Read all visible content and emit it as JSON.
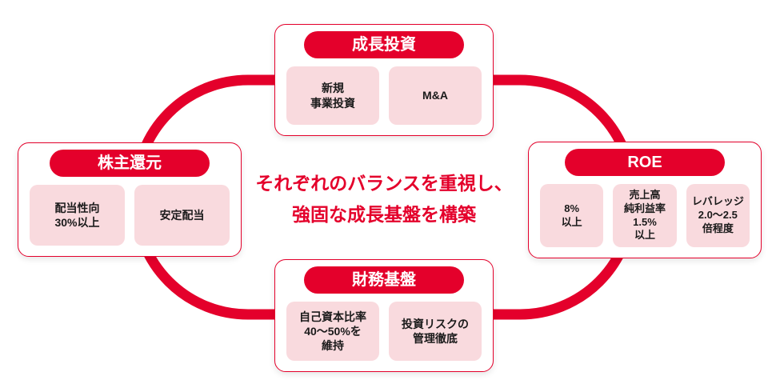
{
  "diagram": {
    "center_message": {
      "line1": "それぞれのバランスを重視し、",
      "line2": "強固な成長基盤を構築"
    },
    "cards": {
      "growth": {
        "title": "成長投資",
        "items": [
          "新規\n事業投資",
          "M&A"
        ]
      },
      "shareholder": {
        "title": "株主還元",
        "items": [
          "配当性向\n30%以上",
          "安定配当"
        ]
      },
      "roe": {
        "title": "ROE",
        "items": [
          "8%\n以上",
          "売上高\n純利益率\n1.5%\n以上",
          "レバレッジ\n2.0〜2.5\n倍程度"
        ]
      },
      "financial": {
        "title": "財務基盤",
        "items": [
          "自己資本比率\n40〜50%を\n維持",
          "投資リスクの\n管理徹底"
        ]
      }
    },
    "colors": {
      "primary_red": "#E4002B",
      "light_pink": "#F9DADE",
      "text_dark": "#1A1A1A"
    }
  }
}
